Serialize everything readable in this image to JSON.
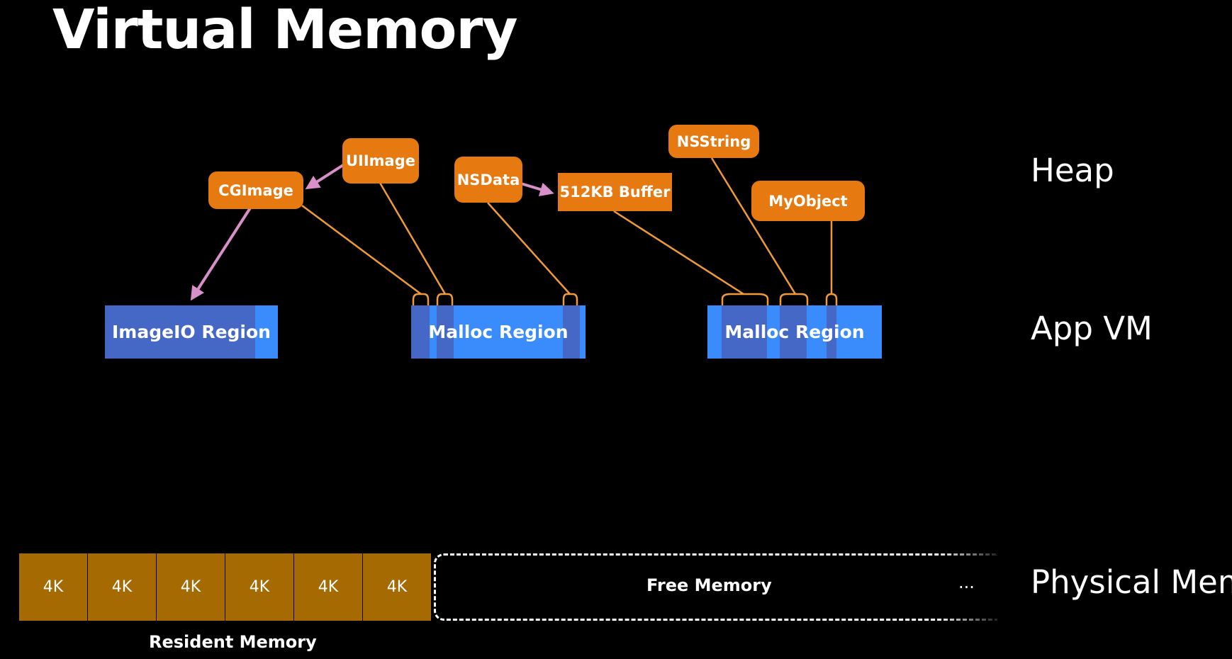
{
  "title": "Virtual Memory",
  "layers": {
    "heap": "Heap",
    "app_vm": "App VM",
    "physical": "Physical Mem"
  },
  "heap_objects": {
    "cgimage": "CGImage",
    "uiimage": "UIImage",
    "nsdata": "NSData",
    "buffer": "512KB Buffer",
    "nsstring": "NSString",
    "myobject": "MyObject"
  },
  "regions": {
    "imageio": "ImageIO Region",
    "malloc_1": "Malloc Region",
    "malloc_2": "Malloc Region"
  },
  "physical_memory": {
    "pages": [
      "4K",
      "4K",
      "4K",
      "4K",
      "4K",
      "4K"
    ],
    "free_label": "Free Memory",
    "more": "...",
    "resident_label": "Resident Memory"
  },
  "colors": {
    "background": "#000000",
    "heap_object": "#E67A10",
    "region": "#3A8BFB",
    "region_allocated": "#4568C6",
    "page": "#A66A03",
    "owner_arrow": "#D98FC9",
    "connector": "#F09A3A"
  }
}
